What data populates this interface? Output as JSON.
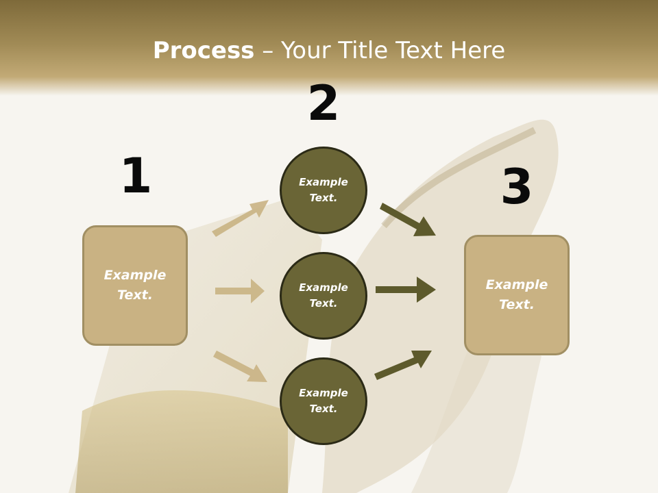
{
  "title": {
    "bold": "Process",
    "rest": " – Your Title Text Here"
  },
  "steps": [
    {
      "number": "1",
      "box_text": "Example\nText."
    },
    {
      "number": "2"
    },
    {
      "number": "3",
      "box_text": "Example\nText."
    }
  ],
  "circles": [
    {
      "text": "Example\nText."
    },
    {
      "text": "Example\nText."
    },
    {
      "text": "Example\nText."
    }
  ],
  "colors": {
    "header": "#a08a55",
    "box_fill": "#c9b283",
    "circle_fill": "#6a6536",
    "arrow_left": "#c9b283",
    "arrow_right": "#5d5a2c"
  }
}
